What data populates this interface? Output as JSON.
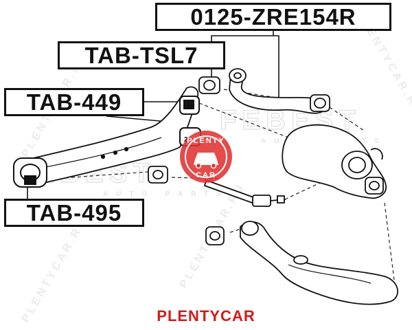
{
  "parts": {
    "zre": "0125-ZRE154R",
    "tsl": "TAB-TSL7",
    "p449": "TAB-449",
    "p495": "TAB-495"
  },
  "watermark": {
    "brand": "FEBEST",
    "sub": "AUTO PARTS",
    "diag": "PLENTYCAR.RU",
    "seal_top": "PLENTY",
    "seal_bottom": "CAR"
  },
  "footer": {
    "brand": "PLENTYCAR"
  },
  "colors": {
    "footer": "#d41a1a",
    "seal": "#e03232",
    "ink": "#111111"
  },
  "icons": [
    "suspension-diagram",
    "plentycar-seal-icon",
    "car-icon"
  ]
}
